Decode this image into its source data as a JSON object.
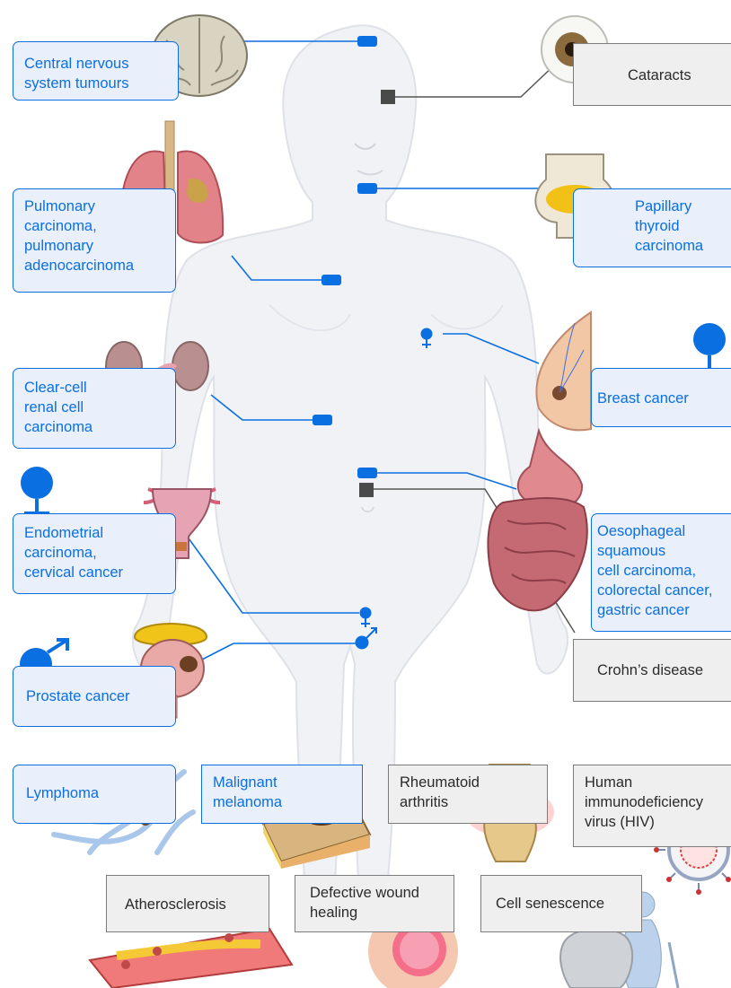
{
  "labels": {
    "cns": [
      "Central nervous",
      "system tumours"
    ],
    "cataracts": [
      "Cataracts"
    ],
    "pulmonary": [
      "Pulmonary",
      "carcinoma,",
      "pulmonary",
      "adenocarcinoma"
    ],
    "thyroid": [
      "Papillary",
      "thyroid",
      "carcinoma"
    ],
    "breast": [
      "Breast cancer"
    ],
    "renal": [
      "Clear-cell",
      "renal cell",
      "carcinoma"
    ],
    "endometrial": [
      "Endometrial",
      "carcinoma,",
      "cervical cancer"
    ],
    "gi": [
      "Oesophageal",
      "squamous",
      "cell carcinoma,",
      "colorectal cancer,",
      "gastric cancer"
    ],
    "prostate": [
      "Prostate cancer"
    ],
    "crohn": [
      "Crohn’s disease"
    ],
    "lymphoma": [
      "Lymphoma"
    ],
    "melanoma": [
      "Malignant",
      "melanoma"
    ],
    "ra": [
      "Rheumatoid",
      "arthritis"
    ],
    "hiv": [
      "Human",
      "immunodeficiency",
      "virus (HIV)"
    ],
    "athero": [
      "Atherosclerosis"
    ],
    "wound": [
      "Defective wound",
      "healing"
    ],
    "senescence": [
      "Cell senescence"
    ]
  },
  "colors": {
    "accent_blue": "#0a6fe0",
    "blue_box_fill": "#eaf0fb",
    "grey_marker": "#4a4a4a",
    "grey_box_fill": "#efefef",
    "body_fill": "#f1f2f6"
  },
  "symbols": {
    "female": "female-symbol",
    "male": "male-symbol"
  }
}
